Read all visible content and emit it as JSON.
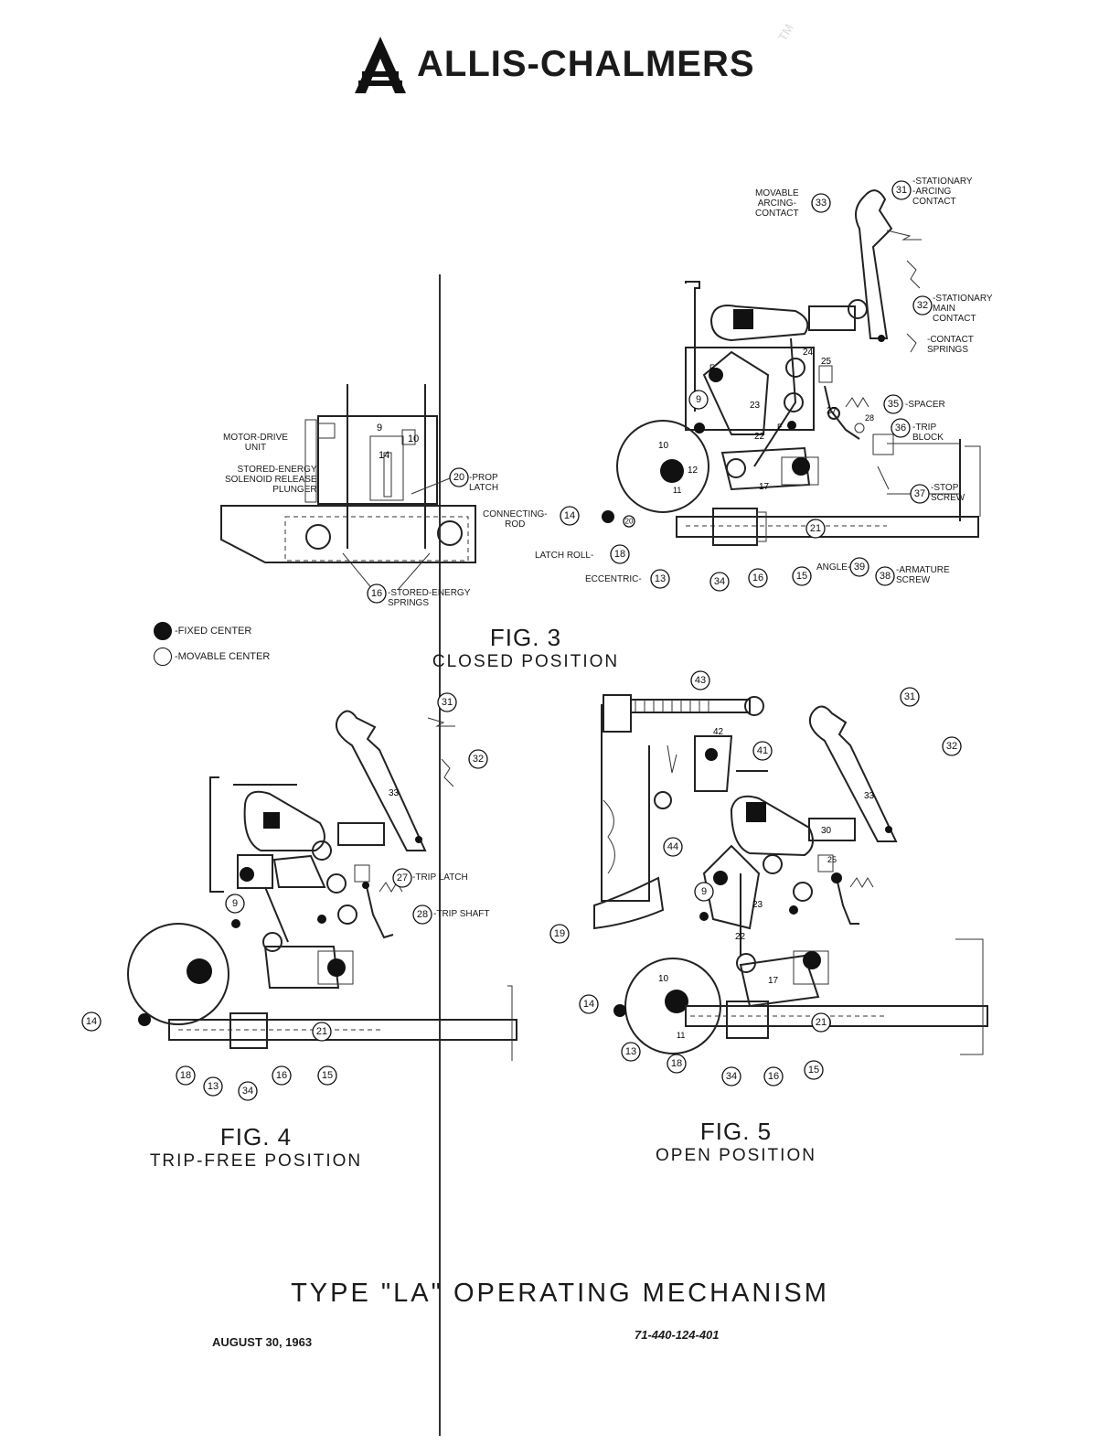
{
  "header": {
    "brand": "ALLIS-CHALMERS",
    "trademark": "TM"
  },
  "legend": {
    "fixed": "-FIXED CENTER",
    "movable": "-MOVABLE CENTER"
  },
  "fig3": {
    "number": "FIG. 3",
    "position": "CLOSED POSITION",
    "labels": {
      "motor_drive": "MOTOR-DRIVE\nUNIT",
      "solenoid": "STORED-ENERGY\nSOLENOID RELEASE\nPLUNGER",
      "prop_latch": "-PROP\nLATCH",
      "springs": "-STORED-ENERGY\nSPRINGS",
      "connecting_rod": "CONNECTING-\nROD",
      "latch_roll": "LATCH ROLL-",
      "eccentric": "ECCENTRIC-",
      "angle": "ANGLE-",
      "armature": "-ARMATURE\nSCREW",
      "stop_screw": "-STOP\nSCREW",
      "trip_block": "-TRIP\nBLOCK",
      "spacer": "-SPACER",
      "contact_springs": "-CONTACT\nSPRINGS",
      "stationary_main": "-STATIONARY\nMAIN\nCONTACT",
      "stationary_arcing": "-STATIONARY\n-ARCING\nCONTACT",
      "movable_arcing": "MOVABLE\nARCING-\nCONTACT"
    },
    "callouts": [
      "9",
      "10",
      "14",
      "15",
      "16",
      "18",
      "20",
      "21",
      "31",
      "32",
      "33",
      "34",
      "35",
      "36",
      "37",
      "38",
      "39",
      "13"
    ]
  },
  "fig4": {
    "number": "FIG. 4",
    "position": "TRIP-FREE POSITION",
    "labels": {
      "trip_latch": "-TRIP LATCH",
      "trip_shaft": "-TRIP SHAFT"
    },
    "callouts": [
      "9",
      "13",
      "14",
      "15",
      "16",
      "18",
      "21",
      "27",
      "28",
      "31",
      "32",
      "34"
    ]
  },
  "fig5": {
    "number": "FIG. 5",
    "position": "OPEN POSITION",
    "callouts": [
      "9",
      "13",
      "14",
      "15",
      "16",
      "18",
      "19",
      "21",
      "31",
      "32",
      "34",
      "41",
      "43",
      "44"
    ]
  },
  "footer": {
    "title": "TYPE \"LA\" OPERATING MECHANISM",
    "date": "AUGUST 30, 1963",
    "drawing_number": "71-440-124-401"
  }
}
